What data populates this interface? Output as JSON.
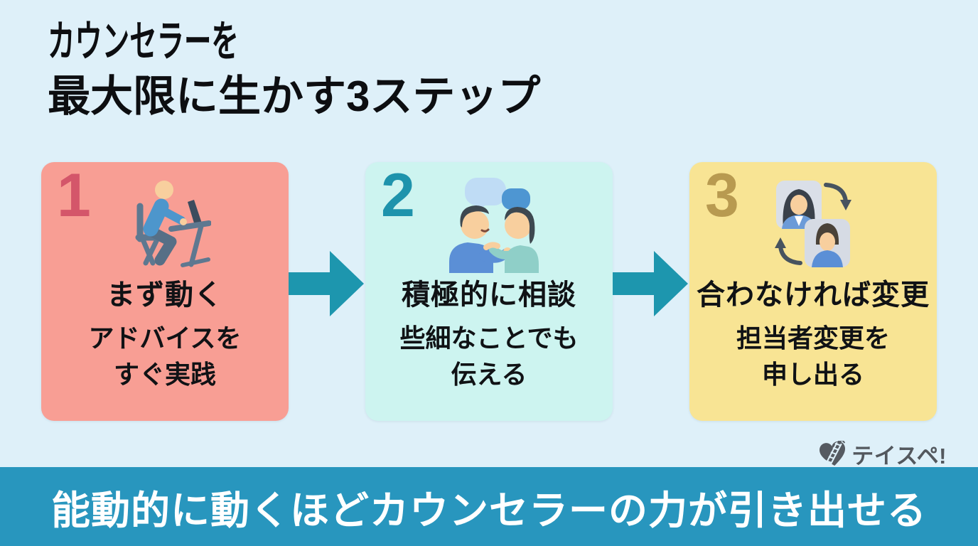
{
  "title": {
    "line1": "カウンセラーを",
    "line2": "最大限に生かす3ステップ"
  },
  "steps": [
    {
      "number": "1",
      "icon": "person-at-desk-icon",
      "title": "まず動く",
      "body": [
        "アドバイスを",
        "すぐ実践"
      ],
      "card_color": "#F89E94",
      "number_color": "#D4566A"
    },
    {
      "number": "2",
      "icon": "conversation-icon",
      "title": "積極的に相談",
      "body": [
        "些細なことでも",
        "伝える"
      ],
      "card_color": "#CDF4F0",
      "number_color": "#1E93AC"
    },
    {
      "number": "3",
      "icon": "swap-avatars-icon",
      "title": "合わなければ変更",
      "body": [
        "担当者変更を",
        "申し出る"
      ],
      "card_color": "#F8E494",
      "number_color": "#B89A50"
    }
  ],
  "banner": {
    "text": "能動的に動くほどカウンセラーの力が引き出せる",
    "color": "#2896BE"
  },
  "logo": {
    "text": "テイスペ!",
    "icon": "heart-ladder-icon",
    "color": "#53585E"
  },
  "colors": {
    "background": "#DEF0F9",
    "arrow": "#1D96AE",
    "text_dark": "#101215"
  }
}
